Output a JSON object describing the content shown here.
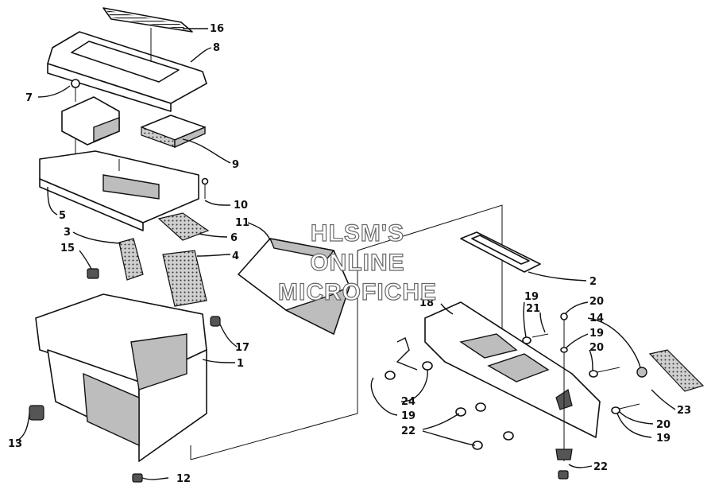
{
  "watermark": {
    "line1": "HLSM'S",
    "line2": "ONLINE",
    "line3": "MICROFICHE"
  },
  "callouts": {
    "p1": "1",
    "p2": "2",
    "p3": "3",
    "p4": "4",
    "p5": "5",
    "p6": "6",
    "p7": "7",
    "p8": "8",
    "p9": "9",
    "p10": "10",
    "p11": "11",
    "p12": "12",
    "p13": "13",
    "p14": "14",
    "p15": "15",
    "p16": "16",
    "p17": "17",
    "p18": "18",
    "p19a": "19",
    "p19b": "19",
    "p19c": "19",
    "p19d": "19",
    "p20a": "20",
    "p20b": "20",
    "p20c": "20",
    "p21": "21",
    "p22a": "22",
    "p22b": "22",
    "p23": "23",
    "p24": "24"
  }
}
